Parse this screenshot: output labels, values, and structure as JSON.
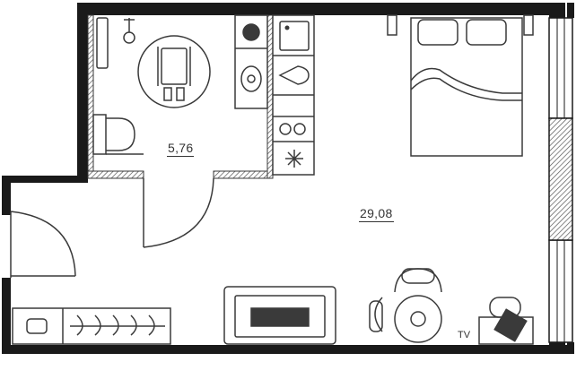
{
  "floorplan": {
    "rooms": [
      {
        "name": "bathroom",
        "area": "5,76"
      },
      {
        "name": "main-room",
        "area": "29,08"
      }
    ],
    "tv_label": "TV",
    "colors": {
      "wall": "#1a1a1a",
      "line": "#3a3a3a",
      "fill": "#ffffff",
      "hatch": "#8a8a8a"
    }
  }
}
